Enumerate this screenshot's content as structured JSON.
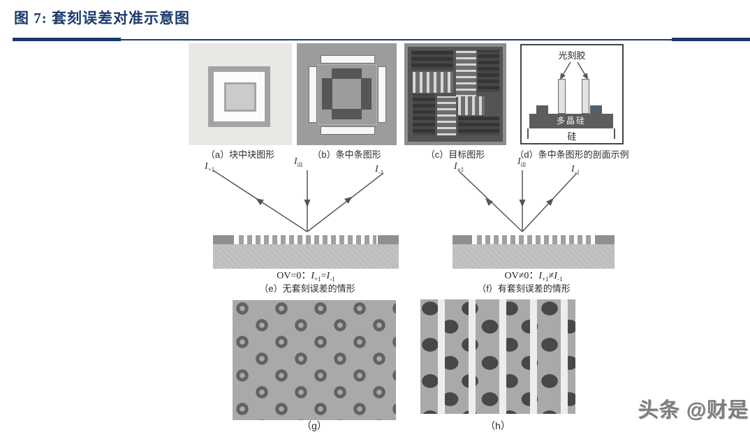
{
  "header": {
    "figure_title": "图 7: 套刻误差对准示意图",
    "accent_color": "#1b3a6b"
  },
  "panels": {
    "a": {
      "caption": "（a）块中块图形"
    },
    "b": {
      "caption": "（b）条中条图形"
    },
    "c": {
      "caption": "（c）目标图形"
    },
    "d": {
      "caption": "（d）条中条图形的剖面示例",
      "labels": {
        "photoresist": "光刻胶",
        "polysilicon": "多晶硅",
        "silicon": "硅"
      },
      "marker_dot_color": "#2b5ad4"
    },
    "e": {
      "caption": "（e）无套刻误差的情形",
      "beams": {
        "left": {
          "base": "I",
          "sub": "+1"
        },
        "center": {
          "base": "I",
          "sub": "ill"
        },
        "right": {
          "base": "I",
          "sub": "-1"
        }
      },
      "formula_prefix": "OV=0：",
      "formula": [
        {
          "base": "I",
          "sub": "+1"
        },
        {
          "op": "="
        },
        {
          "base": "I",
          "sub": "-1"
        }
      ]
    },
    "f": {
      "caption": "（f）有套刻误差的情形",
      "beams": {
        "left": {
          "base": "I",
          "sub": "+1"
        },
        "center": {
          "base": "I",
          "sub": "ill"
        },
        "right": {
          "base": "I",
          "sub": "-1"
        }
      },
      "formula_prefix": "OV≠0：",
      "formula": [
        {
          "base": "I",
          "sub": "+1"
        },
        {
          "op": "≠"
        },
        {
          "base": "I",
          "sub": "-1"
        }
      ]
    },
    "g": {
      "caption": "（g）"
    },
    "h": {
      "caption": "（h）"
    }
  },
  "watermark": {
    "text": "头条 @财是"
  }
}
